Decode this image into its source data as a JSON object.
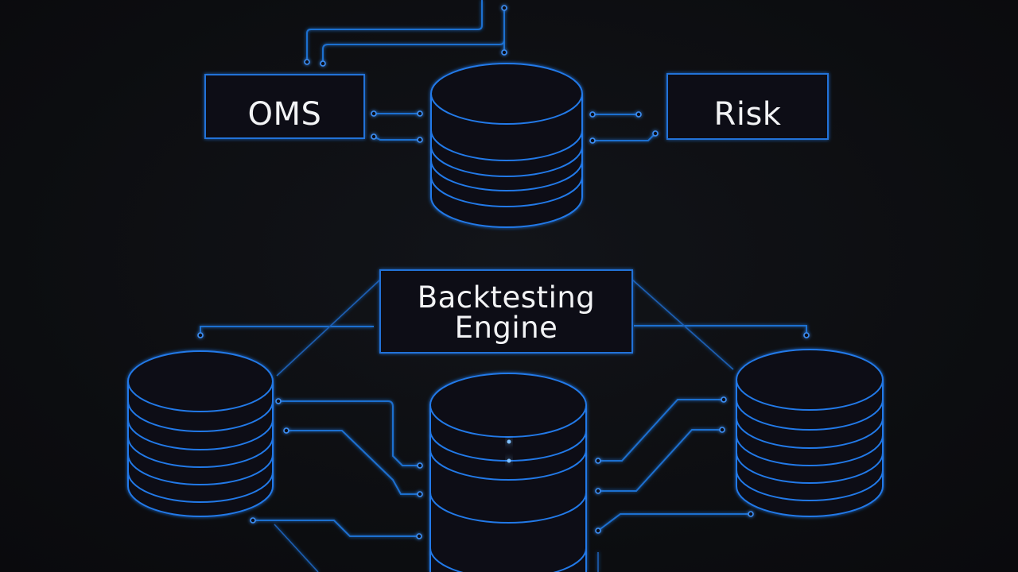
{
  "diagram": {
    "nodes": {
      "oms": {
        "label": "OMS"
      },
      "risk": {
        "label": "Risk"
      },
      "backtesting": {
        "line1": "Backtesting",
        "line2": "Engine"
      }
    }
  },
  "colors": {
    "background": "#0e0f12",
    "line": "#2379e8",
    "text": "#f2f3f5"
  }
}
